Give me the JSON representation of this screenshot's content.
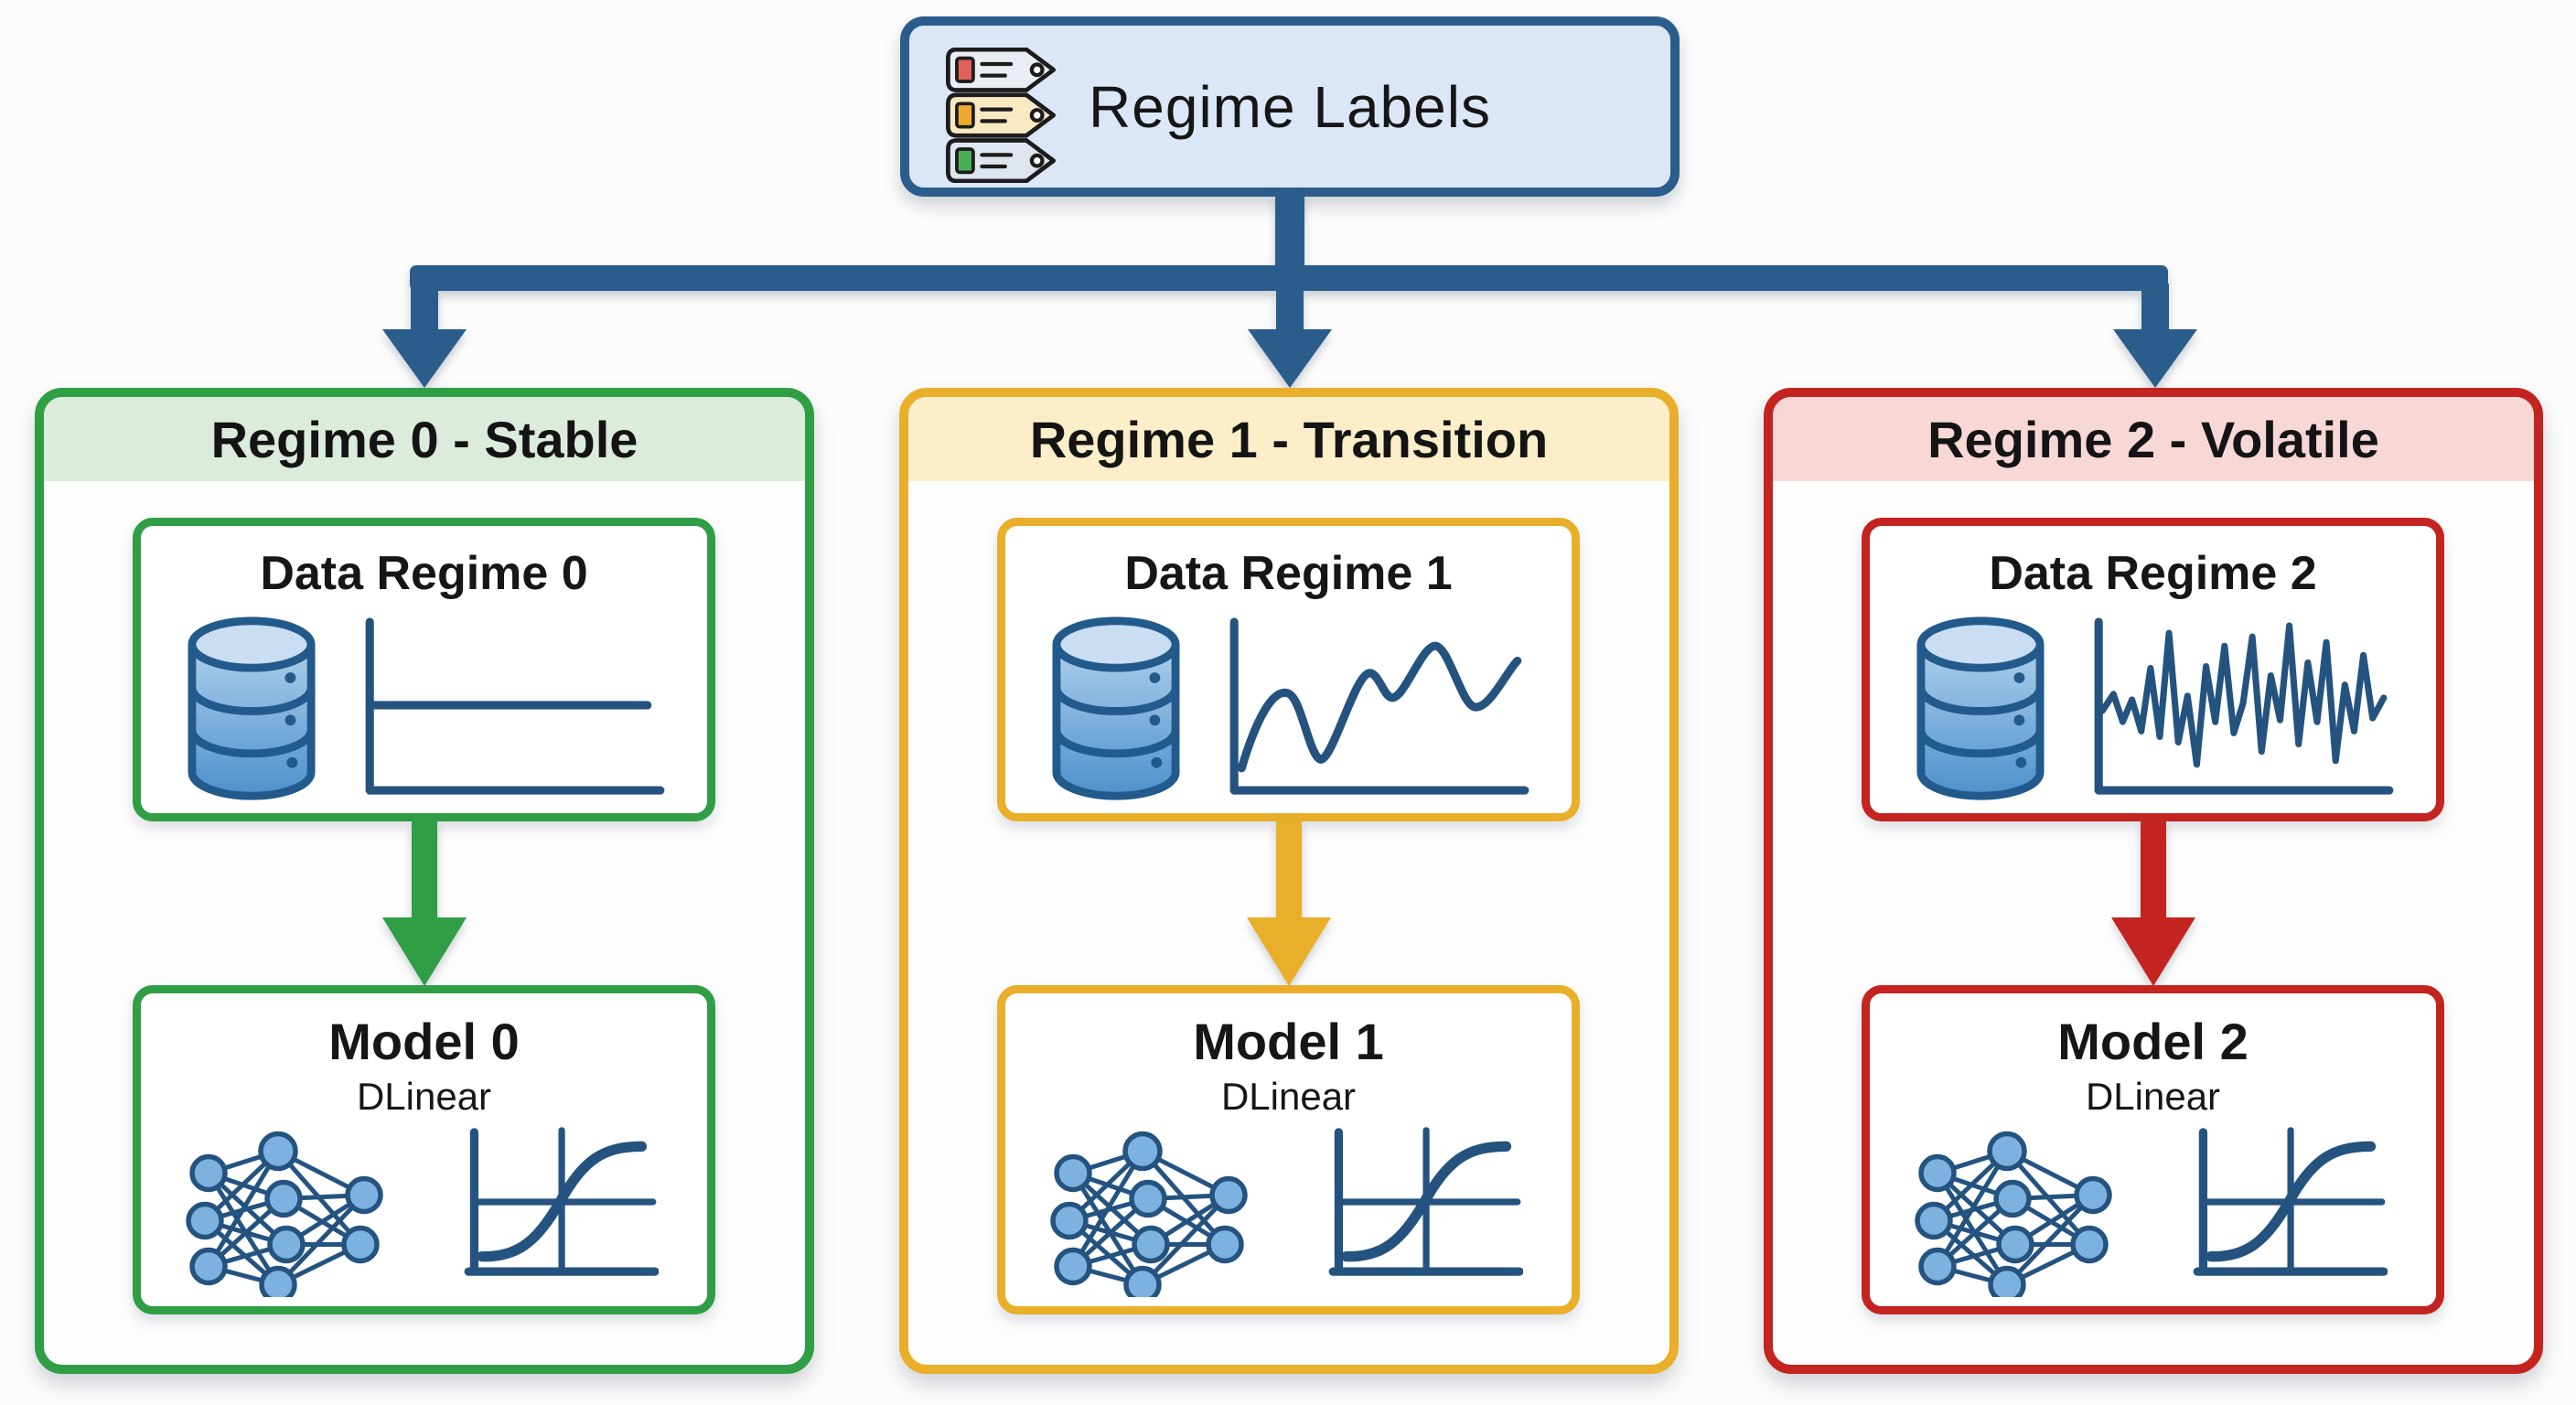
{
  "page": {
    "background": "#fcfcfc"
  },
  "root_node": {
    "label": "Regime Labels",
    "icon": "regime-tags-icon",
    "bg": "#dbe7f6",
    "border": "#2b5d8c",
    "tag_fills": [
      "#e9edf4",
      "#f8e9c3",
      "#dfe5ee"
    ],
    "tag_squares": [
      "#e0605c",
      "#eeaa2f",
      "#47ad52"
    ]
  },
  "connector": {
    "color": "#2b5d8c"
  },
  "icon_colors": {
    "diagram_blue": "#24537f",
    "node_fill": "#7db1e0",
    "db_top": "#c9def3",
    "db_grad_start": "#aecfec",
    "db_grad_end": "#4e90cc",
    "db_outline": "#235a8c"
  },
  "columns": [
    {
      "header": "Regime 0 - Stable",
      "accent": "#2f9e44",
      "header_bg": "#dcecdc",
      "data_box": {
        "title": "Data Regime 0",
        "icon_left": "database-icon",
        "icon_right": "stable-series-chart-icon"
      },
      "model_box": {
        "title": "Model 0",
        "subtitle": "DLinear",
        "icon_left": "neural-network-icon",
        "icon_right": "activation-curve-chart-icon"
      }
    },
    {
      "header": "Regime 1 - Transition",
      "accent": "#e9af2a",
      "header_bg": "#fbeec9",
      "data_box": {
        "title": "Data Regime 1",
        "icon_left": "database-icon",
        "icon_right": "transition-series-chart-icon"
      },
      "model_box": {
        "title": "Model 1",
        "subtitle": "DLinear",
        "icon_left": "neural-network-icon",
        "icon_right": "activation-curve-chart-icon"
      }
    },
    {
      "header": "Regime 2 - Volatile",
      "accent": "#c3241f",
      "header_bg": "#f7d8d7",
      "data_box": {
        "title": "Data Regime 2",
        "icon_left": "database-icon",
        "icon_right": "volatile-series-chart-icon"
      },
      "model_box": {
        "title": "Model 2",
        "subtitle": "DLinear",
        "icon_left": "neural-network-icon",
        "icon_right": "activation-curve-chart-icon"
      }
    }
  ]
}
